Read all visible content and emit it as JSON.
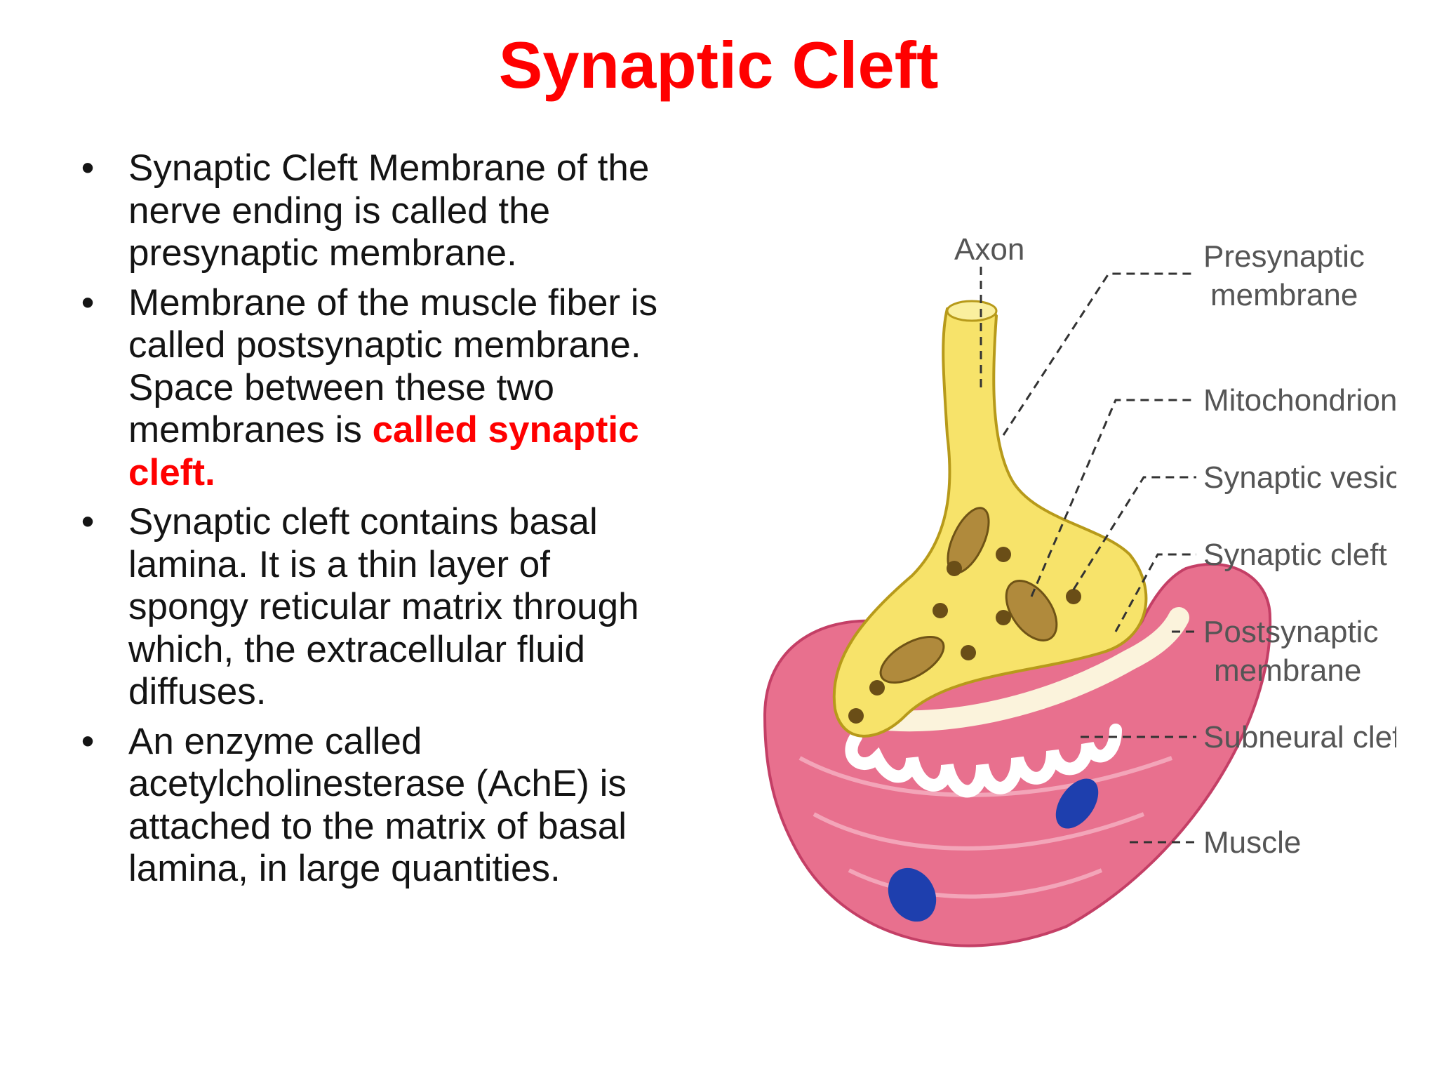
{
  "title": "Synaptic Cleft",
  "bullets": [
    {
      "text": "Synaptic Cleft Membrane of the nerve ending is called the presynaptic membrane.",
      "highlight": ""
    },
    {
      "text": "Membrane of the muscle fiber is called postsynaptic membrane. Space between these two membranes is ",
      "highlight": "called synaptic cleft."
    },
    {
      "text": "Synaptic cleft contains basal lamina. It is a thin layer of spongy reticular matrix through which, the extracellular fluid diffuses.",
      "highlight": ""
    },
    {
      "text": "An enzyme called acetylcholinesterase (AchE) is attached to the matrix of basal lamina, in large quantities.",
      "highlight": ""
    }
  ],
  "figure": {
    "labels": {
      "axon": "Axon",
      "presynaptic_1": "Presynaptic",
      "presynaptic_2": "membrane",
      "mitochondrion": "Mitochondrion",
      "synaptic_vesicle": "Synaptic vesicle",
      "synaptic_cleft": "Synaptic cleft",
      "postsynaptic_1": "Postsynaptic",
      "postsynaptic_2": "membrane",
      "subneural_cleft": "Subneural cleft",
      "muscle": "Muscle"
    }
  },
  "colors": {
    "title": "#ff0000",
    "highlight": "#ff0000",
    "muscle": "#e8708e",
    "nerve": "#f7e36a",
    "nucleus": "#1e3fae"
  }
}
